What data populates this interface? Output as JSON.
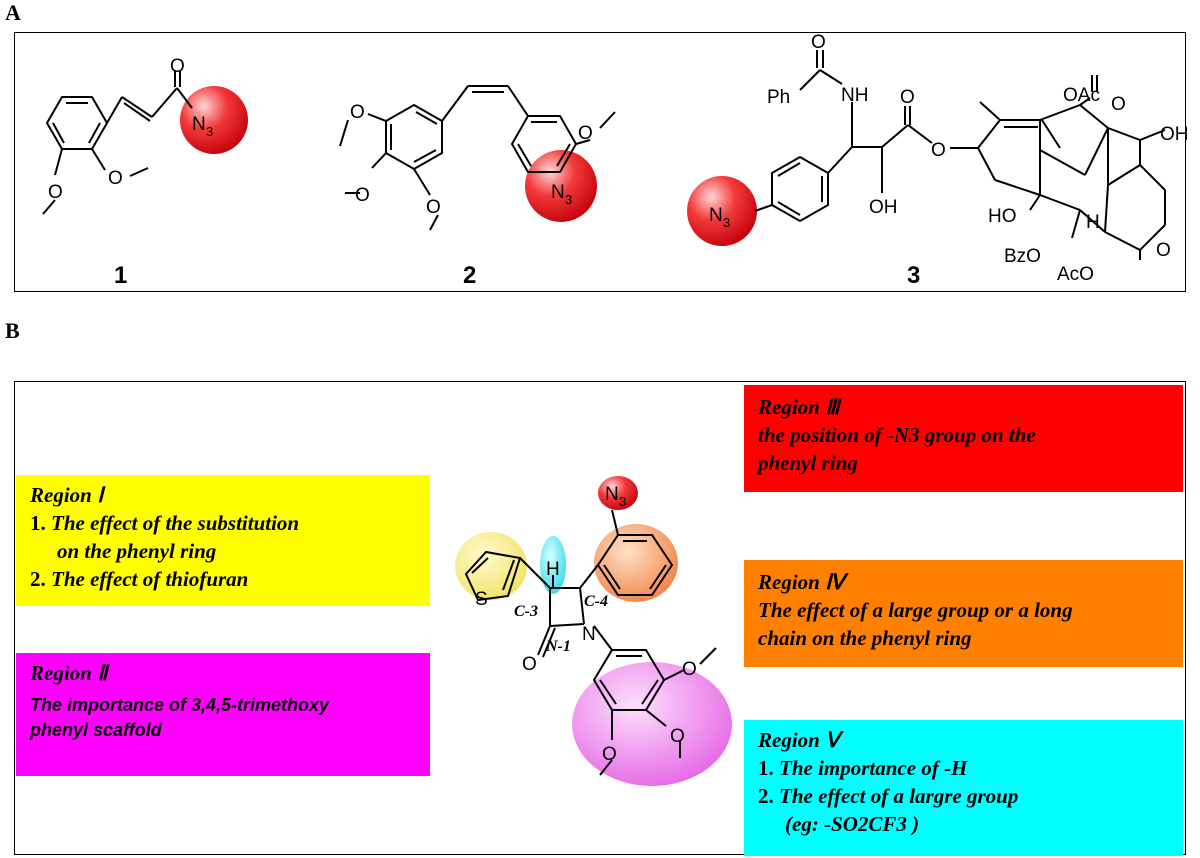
{
  "panel_a": {
    "letter": "A",
    "compounds": [
      {
        "label": "1",
        "azide": "N3"
      },
      {
        "label": "2",
        "azide": "N3"
      },
      {
        "label": "3",
        "azide": "N3"
      }
    ],
    "groups": {
      "ph": "Ph",
      "nh": "NH",
      "oh": "OH",
      "oac": "OAc",
      "ho": "HO",
      "h": "H",
      "bzo": "BzO",
      "aco": "AcO",
      "o": "O"
    }
  },
  "panel_b": {
    "letter": "B",
    "core_labels": {
      "c3": "C-3",
      "c4": "C-4",
      "n1": "N-1",
      "n": "N",
      "h": "H",
      "s": "S",
      "o": "O",
      "n3": "N3"
    },
    "regions": {
      "r1": {
        "title": "Region Ⅰ",
        "line1_num": "1.",
        "line1": "The effect of the substitution",
        "line1b": "on the phenyl ring",
        "line2_num": "2.",
        "line2": "The effect of thiofuran",
        "color": "#ffff00"
      },
      "r2": {
        "title": "Region Ⅱ",
        "line1": "The importance of 3,4,5-trimethoxy",
        "line2": "phenyl scaffold",
        "color": "#ff00ff"
      },
      "r3": {
        "title": "Region Ⅲ",
        "line1": "the position of -N3 group on the",
        "line2": "phenyl ring",
        "color": "#ff0000"
      },
      "r4": {
        "title": "Region Ⅳ",
        "line1": "The effect of a large group or a long",
        "line2": "chain on the phenyl ring",
        "color": "#ff8000"
      },
      "r5": {
        "title": "Region Ⅴ",
        "line1_num": "1.",
        "line1": "The importance of -H",
        "line2_num": "2.",
        "line2": "The effect of a largre group",
        "line3": "(eg: -SO2CF3 )",
        "color": "#00ffff"
      }
    }
  },
  "colors": {
    "azide_ball": "#e8141c",
    "region1": "#ffff00",
    "region2": "#ff00ff",
    "region3": "#ff0000",
    "region4": "#ff8000",
    "region5": "#00ffff"
  }
}
